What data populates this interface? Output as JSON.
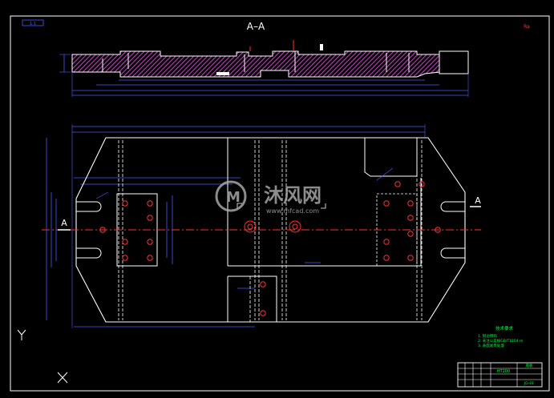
{
  "drawing": {
    "sheet_tag": "1:1",
    "section_title": "A–A",
    "top_right_note": "Ra",
    "section_marker": "A",
    "watermark_brand": "沐风网",
    "watermark_url": "www.mfcad.com",
    "notes_title": "技术要求",
    "notes_lines": [
      "1. 锐边倒钝",
      "2. 未注公差按GB/T1804-m",
      "3. 表面发黑处理"
    ],
    "title_block": {
      "part_name": "底板",
      "material": "HT200",
      "drawing_no": "JG-01"
    },
    "colors": {
      "background": "#000000",
      "outline": "#ffffff",
      "dimension": "#4a5cff",
      "center_line": "#ff3030",
      "hatch": "#c040c0",
      "notes": "#00ff40",
      "watermark": "#b0b0b0"
    }
  }
}
